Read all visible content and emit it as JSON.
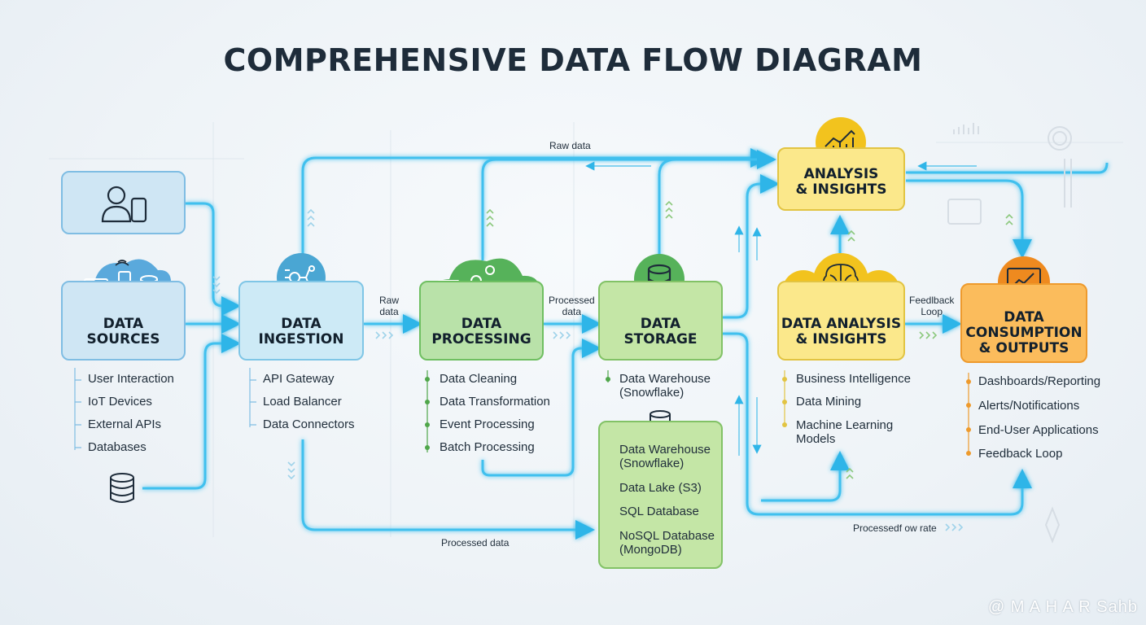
{
  "title": "COMPREHENSIVE DATA FLOW DIAGRAM",
  "watermark": "@ M A H A R Sahb",
  "stages": {
    "sources": {
      "line1": "DATA",
      "line2": "SOURCES",
      "items": [
        "User Interaction",
        "IoT Devices",
        "External APIs",
        "Databases"
      ]
    },
    "ingestion": {
      "line1": "DATA",
      "line2": "INGESTION",
      "items": [
        "API Gateway",
        "Load Balancer",
        "Data Connectors"
      ]
    },
    "processing": {
      "line1": "DATA",
      "line2": "PROCESSING",
      "items": [
        "Data Cleaning",
        "Data Transformation",
        "Event Processing",
        "Batch Processing"
      ]
    },
    "storage": {
      "line1": "DATA",
      "line2": "STORAGE",
      "items": [
        "Data Warehouse",
        "(Snowflake)"
      ]
    },
    "storage_detail": {
      "items": [
        "Data Warehouse",
        "(Snowflake)",
        "Data Lake (S3)",
        "SQL Database",
        "NoSQL Database",
        "(MongoDB)"
      ]
    },
    "analysis_top": {
      "line1": "ANALYSIS",
      "line2": "& INSIGHTS"
    },
    "analysis": {
      "line1": "DATA ANALYSIS",
      "line2": "& INSIGHTS",
      "items": [
        "Business Intelligence",
        "Data Mining",
        "Machine Learning",
        "Models"
      ]
    },
    "consumption": {
      "line1": "DATA",
      "line2": "CONSUMPTION",
      "line3": "& OUTPUTS",
      "items": [
        "Dashboards/Reporting",
        "Alerts/Notifications",
        "End-User Applications",
        "Feedback Loop"
      ]
    }
  },
  "flow_labels": {
    "raw_top": "Raw data",
    "raw_1": "Raw",
    "raw_2": "data",
    "processed_1": "Processed",
    "processed_2": "data",
    "processed_bottom": "Processed data",
    "feedback_1": "Feedlback",
    "feedback_2": "Loop",
    "processed_rate": "Processedf ow rate"
  },
  "colors": {
    "flow": "#3fc0ee",
    "blue": "#7fbde3",
    "green": "#4fa64a",
    "yellow": "#e2c442",
    "orange": "#ee9a2c",
    "icon_dark": "#1e2c3a"
  },
  "icons": [
    "user-device-icon",
    "laptop-icon",
    "phone-icon",
    "database-icon",
    "network-icon",
    "filter-icon",
    "gear-icon",
    "pipeline-icon",
    "bar-chart-icon",
    "brain-icon",
    "monitor-chart-icon"
  ]
}
